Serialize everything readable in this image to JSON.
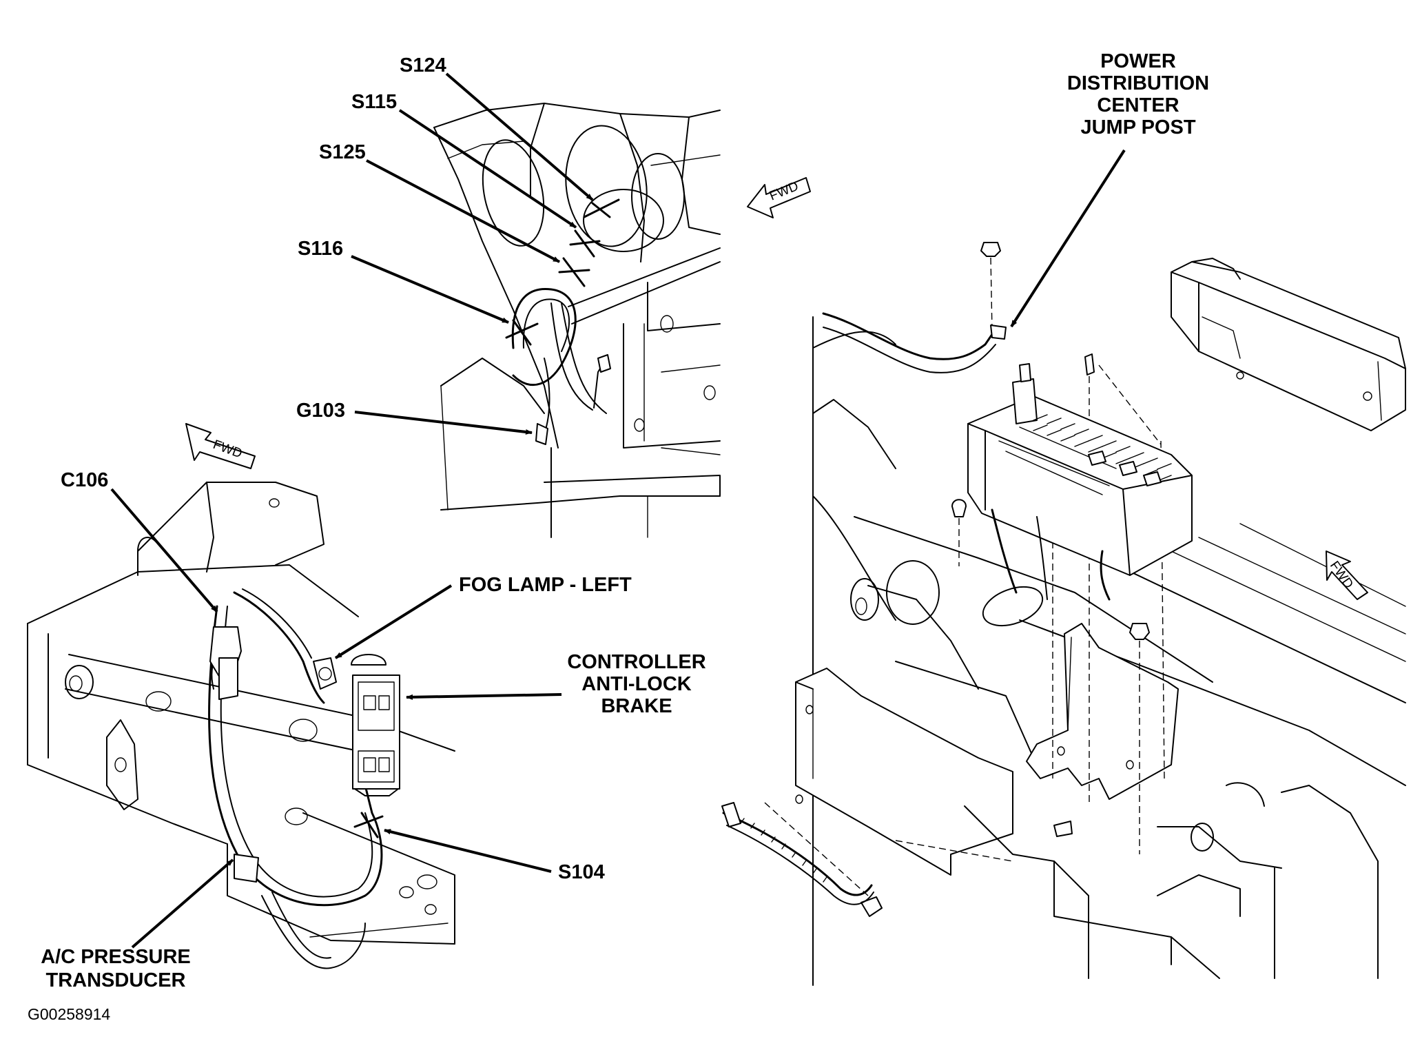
{
  "figure_id": "G00258914",
  "fwd_label": "FWD",
  "labels": {
    "s124": "S124",
    "s115": "S115",
    "s125": "S125",
    "s116": "S116",
    "g103": "G103",
    "c106": "C106",
    "fog_lamp_left": "FOG LAMP - LEFT",
    "controller_abs": [
      "CONTROLLER",
      "ANTI-LOCK",
      "BRAKE"
    ],
    "s104": "S104",
    "ac_pressure_transducer": [
      "A/C PRESSURE",
      "TRANSDUCER"
    ],
    "pdc_jump_post": [
      "POWER",
      "DISTRIBUTION",
      "CENTER",
      "JUMP POST"
    ]
  }
}
